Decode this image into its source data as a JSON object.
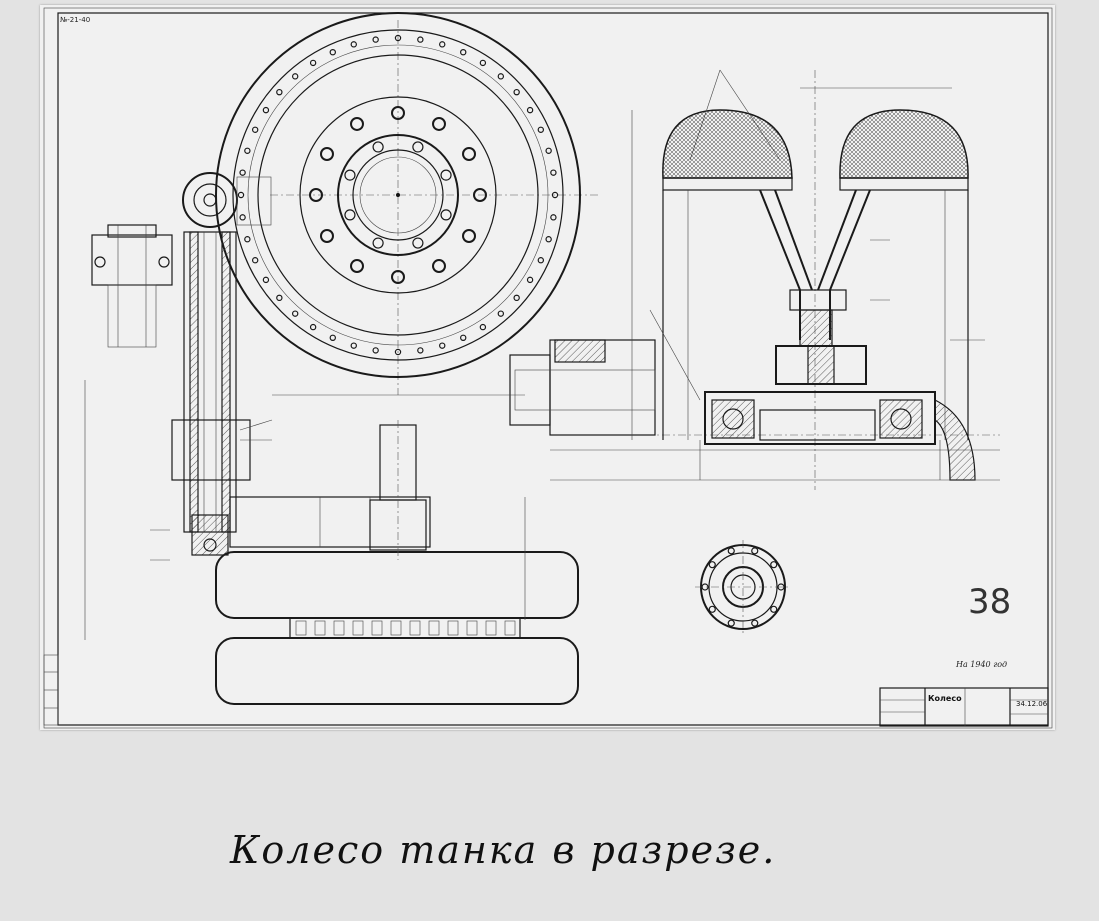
{
  "caption": "Колесо танка в разрезе.",
  "handwritten_number": "38",
  "sheet_number": "№-21-40",
  "title_block": {
    "name": "Колесо",
    "code": "34.12.06"
  },
  "note_year": "На 1940 год",
  "colors": {
    "paper": "#f1f1f1",
    "background": "#e3e3e3",
    "ink": "#1a1a1a"
  }
}
